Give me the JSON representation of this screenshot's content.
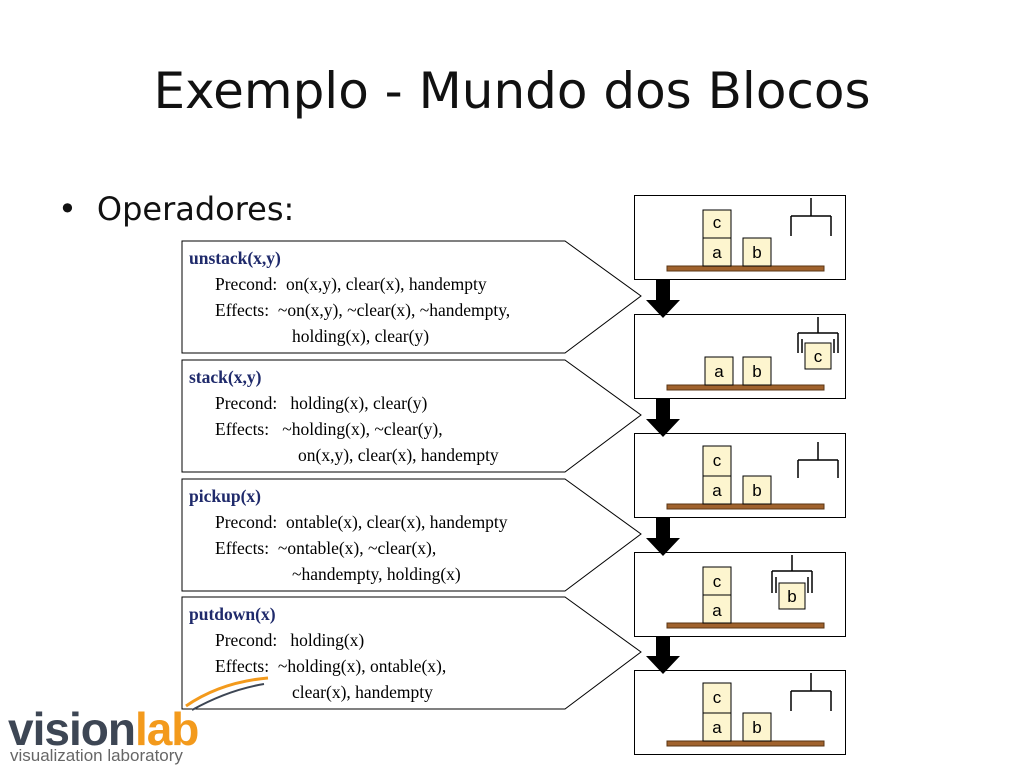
{
  "slide": {
    "title": "Exemplo - Mundo dos Blocos",
    "bullet": "Operadores:"
  },
  "operators": [
    {
      "name": "unstack",
      "args": "(x,y)",
      "precond_label": "Precond:",
      "precond": "on(x,y), clear(x), handempty",
      "effects_label": "Effects:",
      "effects_1": "~on(x,y), ~clear(x), ~handempty,",
      "effects_2": "holding(x), clear(y)"
    },
    {
      "name": "stack",
      "args": "(x,y)",
      "precond_label": "Precond:",
      "precond": "holding(x), clear(y)",
      "effects_label": "Effects:",
      "effects_1": "~holding(x), ~clear(y),",
      "effects_2": "on(x,y), clear(x), handempty"
    },
    {
      "name": "pickup",
      "args": "(x)",
      "precond_label": "Precond:",
      "precond": "ontable(x), clear(x), handempty",
      "effects_label": "Effects:",
      "effects_1": "~ontable(x), ~clear(x),",
      "effects_2": "~handempty, holding(x)"
    },
    {
      "name": "putdown",
      "args": "(x)",
      "precond_label": "Precond:",
      "precond": "holding(x)",
      "effects_label": "Effects:",
      "effects_1": "~holding(x), ontable(x),",
      "effects_2": "clear(x), handempty"
    }
  ],
  "states": [
    {
      "blocks": [
        "c",
        "a",
        "b"
      ]
    },
    {
      "blocks": [
        "a",
        "b",
        "c"
      ]
    },
    {
      "blocks": [
        "c",
        "a",
        "b"
      ]
    },
    {
      "blocks": [
        "c",
        "a",
        "b"
      ]
    },
    {
      "blocks": [
        "c",
        "a",
        "b"
      ]
    }
  ],
  "logo": {
    "word_1": "vision",
    "word_2": "lab",
    "tagline": "visualization laboratory"
  },
  "colors": {
    "operator_name": "#1f2a6b",
    "block_fill": "#fdf5cf",
    "table": "#a0622d",
    "logo_gray": "#3d4654",
    "logo_orange": "#f39a1c"
  }
}
